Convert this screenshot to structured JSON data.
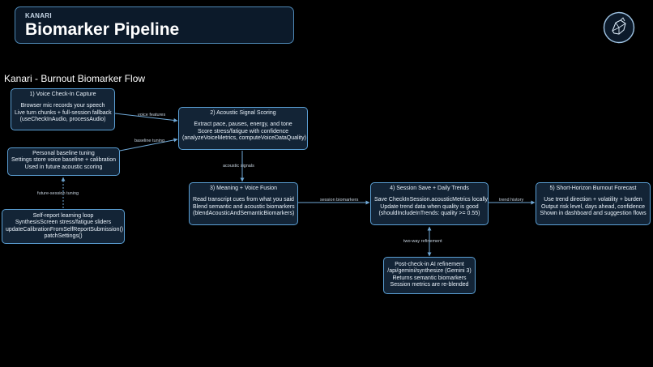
{
  "header": {
    "brand": "KANARI",
    "title": "Biomarker Pipeline"
  },
  "flow_title": "Kanari - Burnout Biomarker Flow",
  "nodes": {
    "capture": {
      "title": "1) Voice Check-In Capture",
      "lines": [
        "Browser mic records your speech",
        "Live turn chunks + full-session fallback",
        "(useCheckInAudio, processAudio)"
      ]
    },
    "baseline": {
      "lines": [
        "Personal baseline tuning",
        "Settings store voice baseline + calibration",
        "Used in future acoustic scoring"
      ]
    },
    "selfreport": {
      "lines": [
        "Self-report learning loop",
        "SynthesisScreen stress/fatigue sliders",
        "updateCalibrationFromSelfReportSubmission()",
        "patchSettings()"
      ]
    },
    "acoustic": {
      "title": "2) Acoustic Signal Scoring",
      "lines": [
        "Extract pace, pauses, energy, and tone",
        "Score stress/fatigue with confidence",
        "(analyzeVoiceMetrics, computeVoiceDataQuality)"
      ]
    },
    "fusion": {
      "title": "3) Meaning + Voice Fusion",
      "lines": [
        "Read transcript cues from what you said",
        "Blend semantic and acoustic biomarkers",
        "(blendAcousticAndSemanticBiomarkers)"
      ]
    },
    "session": {
      "title": "4) Session Save + Daily Trends",
      "lines": [
        "Save CheckInSession.acousticMetrics locally",
        "Update trend data when quality is good",
        "(shouldIncludeInTrends: quality >= 0.55)"
      ]
    },
    "forecast": {
      "title": "5) Short-Horizon Burnout Forecast",
      "lines": [
        "Use trend direction + volatility + burden",
        "Output risk level, days ahead, confidence",
        "Shown in dashboard and suggestion flows"
      ]
    },
    "refine": {
      "lines": [
        "Post-check-in AI refinement",
        "/api/gemini/synthesize (Gemini 3)",
        "Returns semantic biomarkers",
        "Session metrics are re-blended"
      ]
    }
  },
  "edges": {
    "voice_features": "voice features",
    "baseline_tuning": "baseline tuning",
    "future_session_tuning": "future-session tuning",
    "acoustic_signals": "acoustic signals",
    "session_biomarkers": "session biomarkers",
    "trend_history": "trend history",
    "two_way_refinement": "two-way refinement"
  },
  "colors": {
    "node_fill": "#132436",
    "node_border": "#5b9fd4",
    "edge": "#6fa8d6",
    "header_fill": "#0c1a2a"
  },
  "icons": {
    "logo": "kanari-bird-logo-icon"
  }
}
